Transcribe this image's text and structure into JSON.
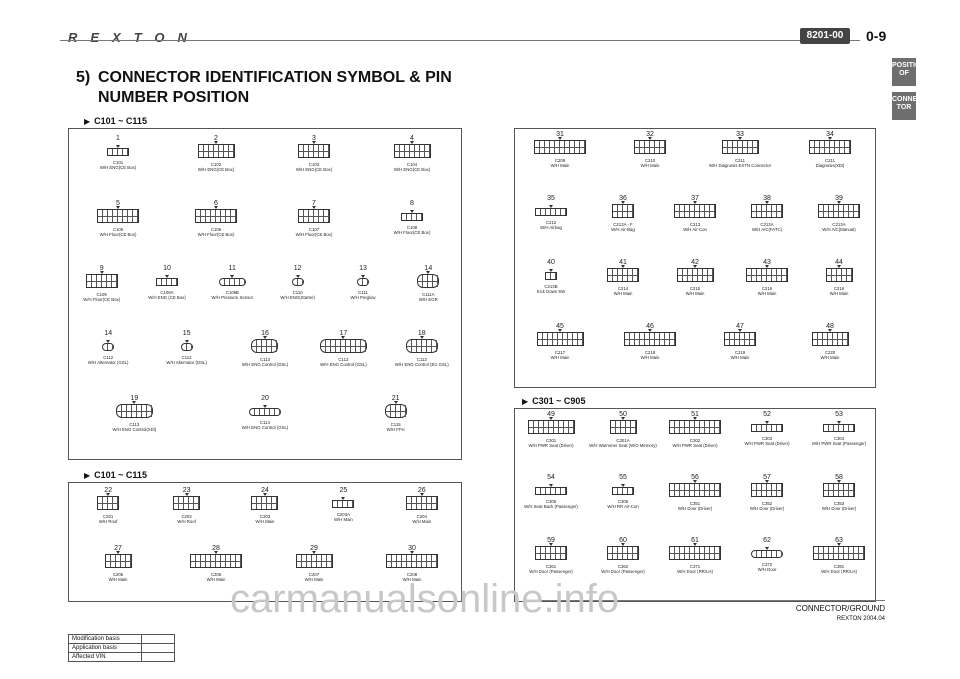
{
  "header": {
    "logo": "REXTON",
    "section_code": "8201-00",
    "page_number": "0-9",
    "side_tabs": [
      "POSITION OF",
      "CONNEC TOR"
    ]
  },
  "title": {
    "number": "5)",
    "line1": "CONNECTOR IDENTIFICATION SYMBOL & PIN",
    "line2": "NUMBER POSITION"
  },
  "panels": {
    "a": {
      "label": "C101 ~ C115",
      "items": [
        {
          "n": "1",
          "code": "C101",
          "name": "W/H ENG(CE Box)"
        },
        {
          "n": "2",
          "code": "C102",
          "name": "W/H ENG(CE Box)"
        },
        {
          "n": "3",
          "code": "C103",
          "name": "W/H ENG(CE Box)"
        },
        {
          "n": "4",
          "code": "C104",
          "name": "W/H ENG(CE Box)"
        },
        {
          "n": "5",
          "code": "C105",
          "name": "W/H Floor(CE Box)"
        },
        {
          "n": "6",
          "code": "C106",
          "name": "W/H Floor(CE Box)"
        },
        {
          "n": "7",
          "code": "C107",
          "name": "W/H Floor(CE Box)"
        },
        {
          "n": "8",
          "code": "C108",
          "name": "W/H Floor(CE Box)"
        },
        {
          "n": "9",
          "code": "C109",
          "name": "W/H Floor(CE Box)"
        },
        {
          "n": "10",
          "code": "C109A",
          "name": "W/H ENG (CE Box)"
        },
        {
          "n": "11",
          "code": "C109B",
          "name": "W/H Pressure Sensor"
        },
        {
          "n": "12",
          "code": "C110",
          "name": "W/H ENG(Starter)"
        },
        {
          "n": "13",
          "code": "C111",
          "name": "W/H Preglow"
        },
        {
          "n": "14",
          "code": "C111A",
          "name": "W/H EGR"
        },
        {
          "n": "14",
          "code": "C112",
          "name": "W/H Alternator (GSL)"
        },
        {
          "n": "15",
          "code": "C112",
          "name": "W/H Alternator (DSL)"
        },
        {
          "n": "16",
          "code": "C113",
          "name": "W/H ENG Control (DSL)"
        },
        {
          "n": "17",
          "code": "C113",
          "name": "W/H ENG Control (GSL)"
        },
        {
          "n": "18",
          "code": "C113",
          "name": "W/H ENG Control (EU GSL)"
        },
        {
          "n": "19",
          "code": "C113",
          "name": "W/H ENG Control(XDi)"
        },
        {
          "n": "20",
          "code": "C114",
          "name": "W/H ENG Control (GSL)"
        },
        {
          "n": "21",
          "code": "C115",
          "name": "W/H FFH"
        }
      ]
    },
    "b": {
      "label": "C101 ~ C115",
      "items": [
        {
          "n": "22",
          "code": "C201",
          "name": "W/H Roof"
        },
        {
          "n": "23",
          "code": "C202",
          "name": "W/H Roof"
        },
        {
          "n": "24",
          "code": "C203",
          "name": "W/H Main"
        },
        {
          "n": "25",
          "code": "C203A",
          "name": "W/H Main"
        },
        {
          "n": "26",
          "code": "C204",
          "name": "W/H Main"
        },
        {
          "n": "27",
          "code": "C205",
          "name": "W/H Main"
        },
        {
          "n": "28",
          "code": "C206",
          "name": "W/H Main"
        },
        {
          "n": "29",
          "code": "C207",
          "name": "W/H Main"
        },
        {
          "n": "30",
          "code": "C208",
          "name": "W/H Main"
        }
      ]
    },
    "c": {
      "items": [
        {
          "n": "31",
          "code": "C209",
          "name": "W/H Main"
        },
        {
          "n": "32",
          "code": "C210",
          "name": "W/H Main"
        },
        {
          "n": "33",
          "code": "C211",
          "name": "W/H Diagnosis EXTN Connector"
        },
        {
          "n": "34",
          "code": "C211",
          "name": "Diagnosis(XDi)"
        },
        {
          "n": "35",
          "code": "C212",
          "name": "W/H Airbag"
        },
        {
          "n": "36",
          "code": "C212A - F",
          "name": "W/H Air-Bag"
        },
        {
          "n": "37",
          "code": "C213",
          "name": "W/H Air-Con"
        },
        {
          "n": "38",
          "code": "C213A",
          "name": "W/H A/C(FATC)"
        },
        {
          "n": "39",
          "code": "C213A",
          "name": "W/H A/C(Manual)"
        },
        {
          "n": "40",
          "code": "C213B",
          "name": "Kick Down SW"
        },
        {
          "n": "41",
          "code": "C214",
          "name": "W/H Main"
        },
        {
          "n": "42",
          "code": "C215",
          "name": "W/H Main"
        },
        {
          "n": "43",
          "code": "C216",
          "name": "W/H Main"
        },
        {
          "n": "44",
          "code": "C216",
          "name": "W/H Main"
        },
        {
          "n": "45",
          "code": "C217",
          "name": "W/H Main"
        },
        {
          "n": "46",
          "code": "C218",
          "name": "W/H Main"
        },
        {
          "n": "47",
          "code": "C219",
          "name": "W/H Main"
        },
        {
          "n": "48",
          "code": "C220",
          "name": "W/H Main"
        }
      ]
    },
    "d": {
      "label": "C301 ~ C905",
      "items": [
        {
          "n": "49",
          "code": "C301",
          "name": "W/H PWR Seat (Driver)"
        },
        {
          "n": "50",
          "code": "C301A",
          "name": "W/H Warmmer Seat (W/O Memory)"
        },
        {
          "n": "51",
          "code": "C302",
          "name": "W/H PWR Seat (Driver)"
        },
        {
          "n": "52",
          "code": "C303",
          "name": "W/H PWR Seat (Driver)"
        },
        {
          "n": "53",
          "code": "C304",
          "name": "W/H PWR Seat (Passenger)"
        },
        {
          "n": "54",
          "code": "C305",
          "name": "W/H Seat Back (Passenger)"
        },
        {
          "n": "55",
          "code": "C306",
          "name": "W/H RR Air-Con"
        },
        {
          "n": "56",
          "code": "C351",
          "name": "W/H Door (Driver)"
        },
        {
          "n": "57",
          "code": "C352",
          "name": "W/H Door (Driver)"
        },
        {
          "n": "58",
          "code": "C353",
          "name": "W/H Door (Driver)"
        },
        {
          "n": "59",
          "code": "C361",
          "name": "W/H Door (Passenger)"
        },
        {
          "n": "60",
          "code": "C362",
          "name": "W/H Door (Passenger)"
        },
        {
          "n": "61",
          "code": "C371",
          "name": "W/H Door (RR/LH)"
        },
        {
          "n": "62",
          "code": "C372",
          "name": "W/H Door"
        },
        {
          "n": "63",
          "code": "C381",
          "name": "W/H Door (RR/LH)"
        }
      ]
    }
  },
  "footer": {
    "section": "CONNECTOR/GROUND",
    "model_date": "REXTON 2004.04",
    "table_rows": [
      "Modification basis",
      "Application basis",
      "Affected VIN"
    ],
    "watermark": "carmanualsonline.info"
  }
}
